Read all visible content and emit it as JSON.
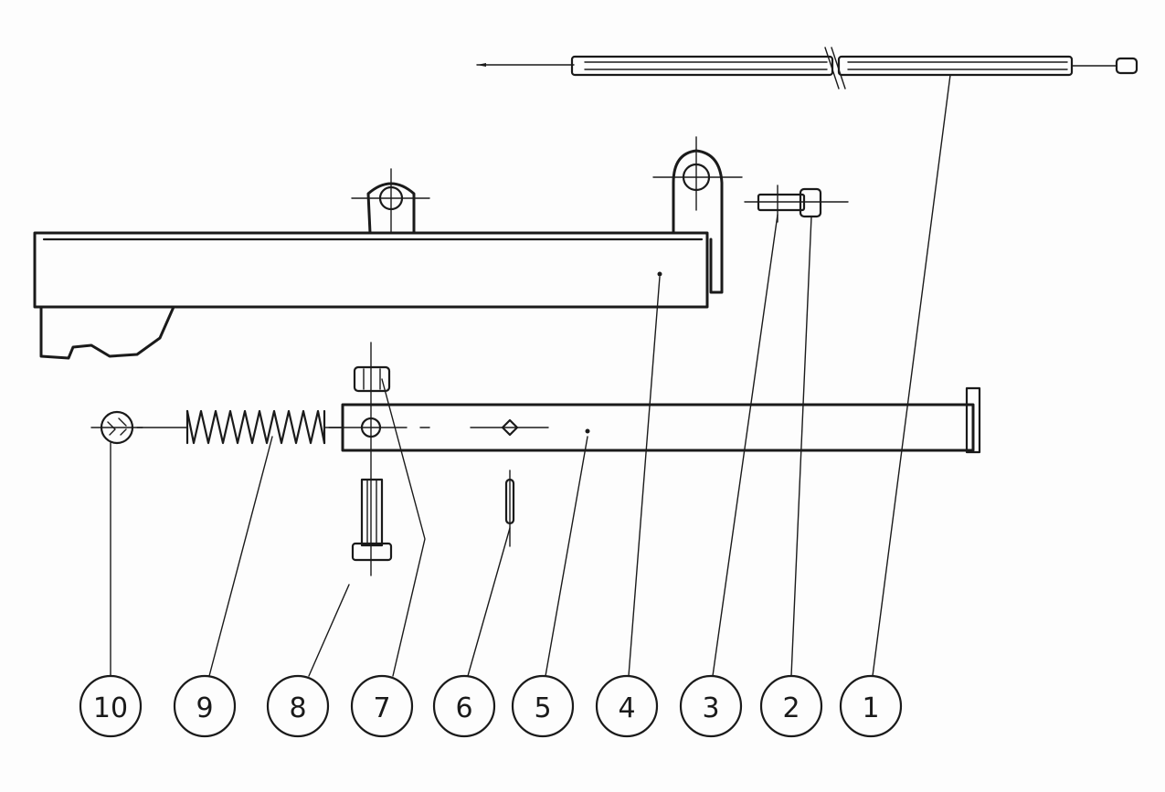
{
  "diagram": {
    "callouts": [
      {
        "label": "10"
      },
      {
        "label": "9"
      },
      {
        "label": "8"
      },
      {
        "label": "7"
      },
      {
        "label": "6"
      },
      {
        "label": "5"
      },
      {
        "label": "4"
      },
      {
        "label": "3"
      },
      {
        "label": "2"
      },
      {
        "label": "1"
      }
    ],
    "colors": {
      "ink": "#1a1a1a",
      "paper": "#fdfdfd"
    }
  }
}
